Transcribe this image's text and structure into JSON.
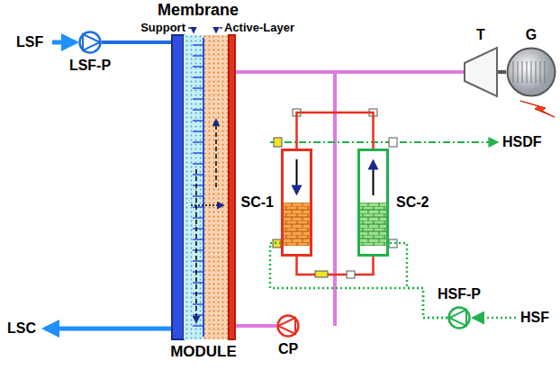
{
  "diagram": {
    "nodes": [
      {
        "text": [
          "LSF-P"
        ]
      },
      {
        "text": [
          "MODULE"
        ]
      },
      {
        "text": [
          "T"
        ]
      },
      {
        "text": [
          "G"
        ]
      },
      {
        "text": [
          "SC-1"
        ]
      },
      {
        "text": [
          "SC-2"
        ]
      },
      {
        "text": [
          "HSF-P"
        ]
      },
      {
        "text": [
          "CP"
        ]
      }
    ],
    "edges": [
      {
        "from": 0,
        "to": 1,
        "arrow": "none"
      },
      {
        "from": 1,
        "to": 2,
        "arrow": "none"
      },
      {
        "from": 2,
        "to": 3,
        "arrow": "none"
      },
      {
        "from": 7,
        "to": 1,
        "arrow": "none"
      },
      {
        "from": 6,
        "to": 4,
        "arrow": "none"
      },
      {
        "from": 6,
        "to": 5,
        "arrow": "none"
      },
      {
        "from": 4,
        "to": 5,
        "arrow": "none"
      }
    ],
    "labels": [
      "Membrane",
      "Support",
      "Active-Layer",
      "LSF",
      "LSC",
      "HSDF",
      "HSF"
    ]
  }
}
